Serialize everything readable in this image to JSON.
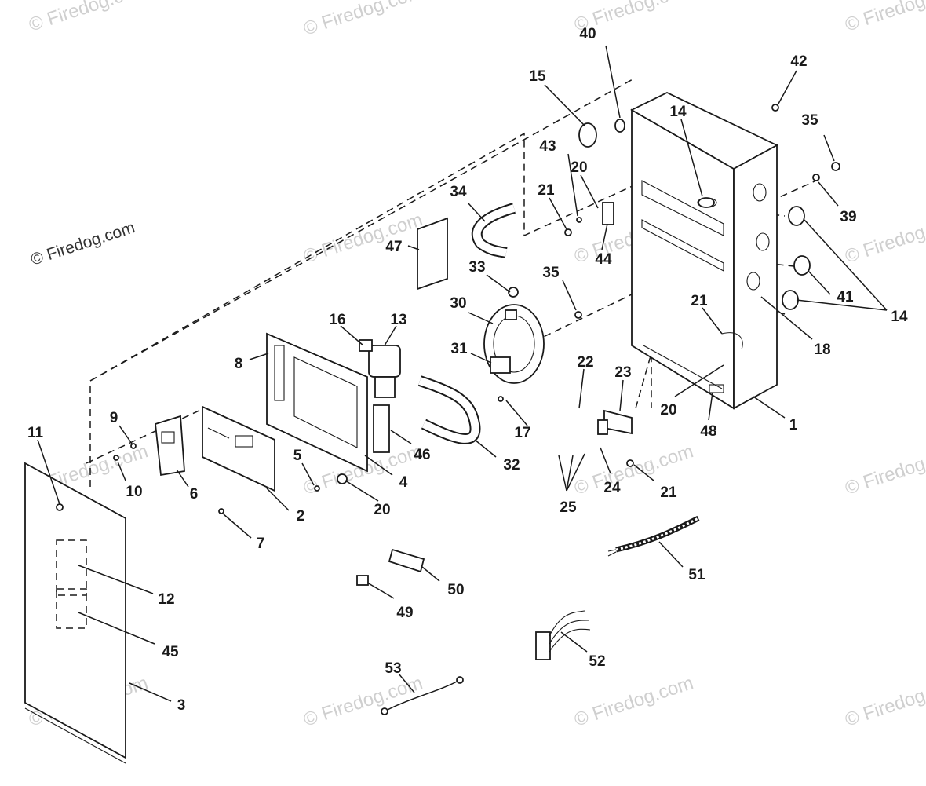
{
  "copyright": "© Firedog.com",
  "watermark": "© Firedog.com",
  "parts": [
    {
      "id": "p1",
      "label": "1"
    },
    {
      "id": "p2",
      "label": "2"
    },
    {
      "id": "p3",
      "label": "3"
    },
    {
      "id": "p4",
      "label": "4"
    },
    {
      "id": "p5",
      "label": "5"
    },
    {
      "id": "p6",
      "label": "6"
    },
    {
      "id": "p7",
      "label": "7"
    },
    {
      "id": "p8",
      "label": "8"
    },
    {
      "id": "p9",
      "label": "9"
    },
    {
      "id": "p10",
      "label": "10"
    },
    {
      "id": "p11",
      "label": "11"
    },
    {
      "id": "p12",
      "label": "12"
    },
    {
      "id": "p13",
      "label": "13"
    },
    {
      "id": "p14a",
      "label": "14"
    },
    {
      "id": "p14b",
      "label": "14"
    },
    {
      "id": "p15",
      "label": "15"
    },
    {
      "id": "p16",
      "label": "16"
    },
    {
      "id": "p17",
      "label": "17"
    },
    {
      "id": "p18",
      "label": "18"
    },
    {
      "id": "p20a",
      "label": "20"
    },
    {
      "id": "p20b",
      "label": "20"
    },
    {
      "id": "p20c",
      "label": "20"
    },
    {
      "id": "p21a",
      "label": "21"
    },
    {
      "id": "p21b",
      "label": "21"
    },
    {
      "id": "p21c",
      "label": "21"
    },
    {
      "id": "p22",
      "label": "22"
    },
    {
      "id": "p23",
      "label": "23"
    },
    {
      "id": "p24",
      "label": "24"
    },
    {
      "id": "p25",
      "label": "25"
    },
    {
      "id": "p30",
      "label": "30"
    },
    {
      "id": "p31",
      "label": "31"
    },
    {
      "id": "p32",
      "label": "32"
    },
    {
      "id": "p33",
      "label": "33"
    },
    {
      "id": "p34",
      "label": "34"
    },
    {
      "id": "p35a",
      "label": "35"
    },
    {
      "id": "p35b",
      "label": "35"
    },
    {
      "id": "p39",
      "label": "39"
    },
    {
      "id": "p40",
      "label": "40"
    },
    {
      "id": "p41",
      "label": "41"
    },
    {
      "id": "p42",
      "label": "42"
    },
    {
      "id": "p43",
      "label": "43"
    },
    {
      "id": "p44",
      "label": "44"
    },
    {
      "id": "p45",
      "label": "45"
    },
    {
      "id": "p46",
      "label": "46"
    },
    {
      "id": "p47",
      "label": "47"
    },
    {
      "id": "p48",
      "label": "48"
    },
    {
      "id": "p49",
      "label": "49"
    },
    {
      "id": "p50",
      "label": "50"
    },
    {
      "id": "p51",
      "label": "51"
    },
    {
      "id": "p52",
      "label": "52"
    },
    {
      "id": "p53",
      "label": "53"
    }
  ]
}
